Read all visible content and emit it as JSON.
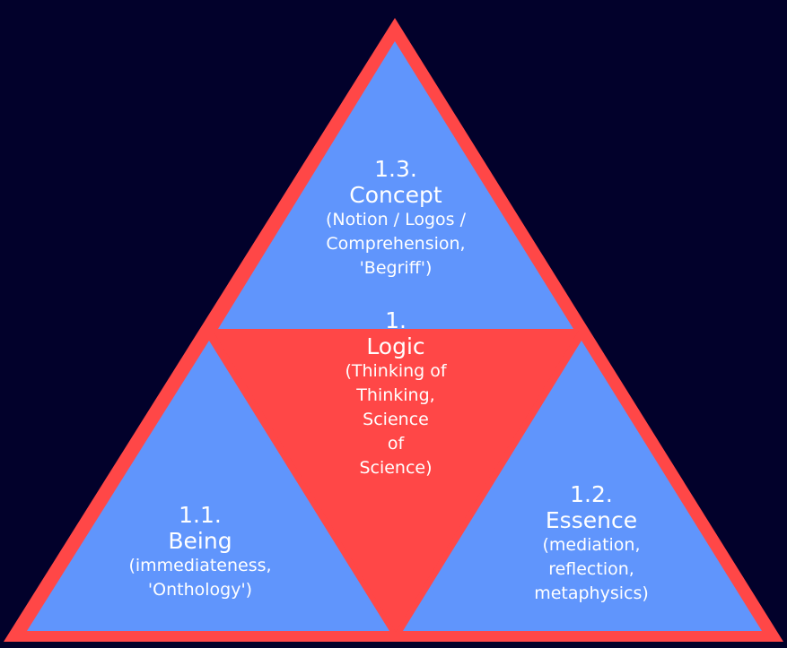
{
  "colors": {
    "background": "#02012b",
    "outline_red": "#ff4747",
    "blue_fill": "#6095fc",
    "center_red": "#ff4747",
    "text": "#ffffff"
  },
  "sections": {
    "concept": {
      "number": "1.3.",
      "name": "Concept",
      "description": "(Notion / Logos /\nComprehension,\n'Begriff')"
    },
    "logic": {
      "number": "1.",
      "name": "Logic",
      "description": "(Thinking of\nThinking,\nScience\nof\nScience)"
    },
    "being": {
      "number": "1.1.",
      "name": "Being",
      "description": "(immediateness,\n'Onthology')"
    },
    "essence": {
      "number": "1.2.",
      "name": "Essence",
      "description": "(mediation,\nreflection,\nmetaphysics)"
    }
  }
}
